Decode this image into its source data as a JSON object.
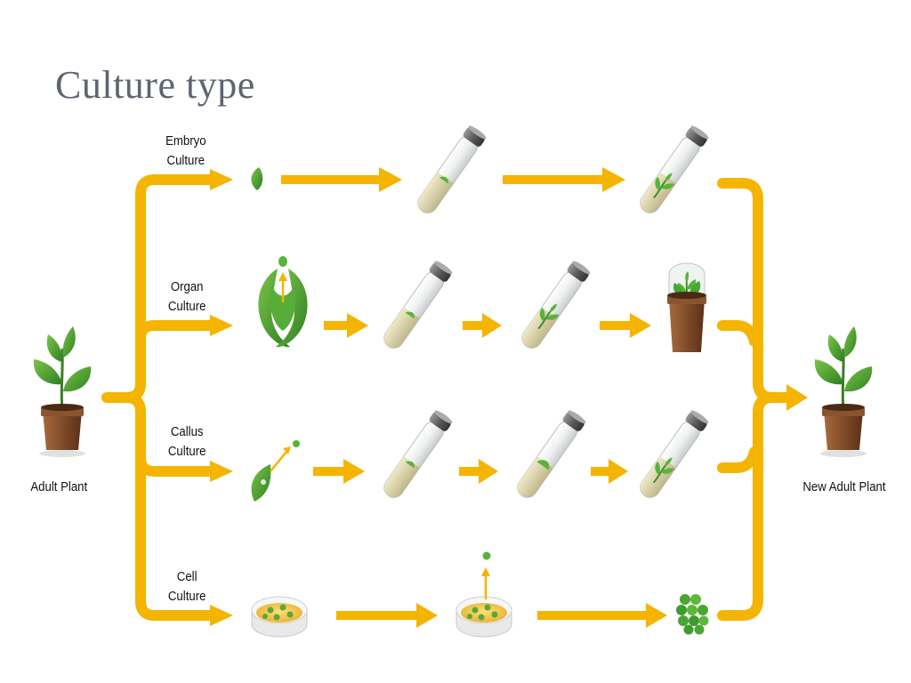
{
  "slide": {
    "title": "Culture type"
  },
  "labels": {
    "adult_plant": "Adult Plant",
    "new_adult_plant": "New Adult Plant"
  },
  "branches": [
    {
      "line1": "Embryo",
      "line2": "Culture"
    },
    {
      "line1": "Organ",
      "line2": "Culture"
    },
    {
      "line1": "Callus",
      "line2": "Culture"
    },
    {
      "line1": "Cell",
      "line2": "Culture"
    }
  ],
  "colors": {
    "arrow": "#f5b400",
    "arrow_edge": "#f19a00",
    "plant_green": "#3f9b2c",
    "pot": "#7a4a2a",
    "medium": "#d9d2a8"
  }
}
